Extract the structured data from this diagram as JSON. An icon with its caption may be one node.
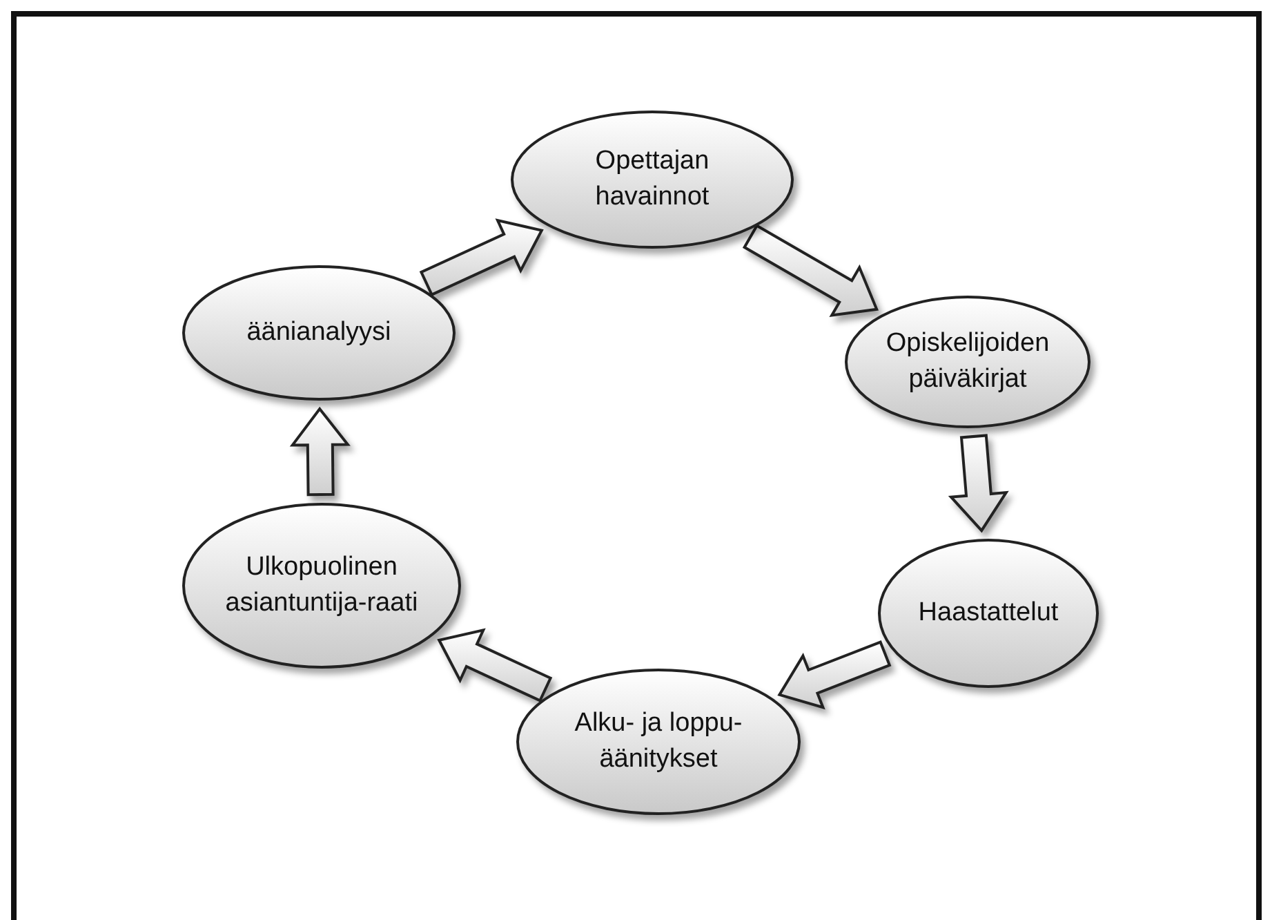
{
  "diagram": {
    "nodes": [
      {
        "text": [
          "Opettajan havainnot"
        ]
      },
      {
        "text": [
          "Opiskelijoiden päiväkirjat"
        ]
      },
      {
        "text": [
          "Haastattelut"
        ]
      },
      {
        "text": [
          "Alku- ja loppu-äänitykset"
        ]
      },
      {
        "text": [
          "Ulkopuolinen asiantuntija-raati"
        ]
      },
      {
        "text": [
          "äänianalyysi"
        ]
      }
    ],
    "edges": [
      {
        "from": 0,
        "to": 1,
        "arrow": "to"
      },
      {
        "from": 1,
        "to": 2,
        "arrow": "to"
      },
      {
        "from": 2,
        "to": 3,
        "arrow": "to"
      },
      {
        "from": 3,
        "to": 4,
        "arrow": "to"
      },
      {
        "from": 4,
        "to": 5,
        "arrow": "to"
      },
      {
        "from": 5,
        "to": 0,
        "arrow": "to"
      }
    ]
  }
}
